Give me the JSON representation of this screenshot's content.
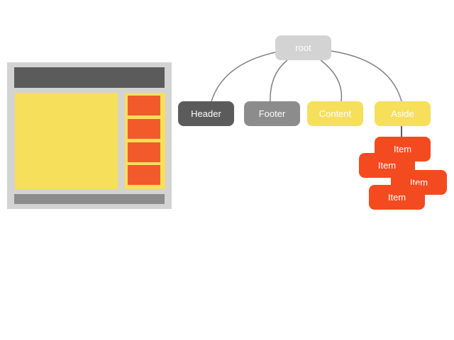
{
  "tree": {
    "root": "root",
    "children": [
      {
        "label": "Header"
      },
      {
        "label": "Footer"
      },
      {
        "label": "Content"
      },
      {
        "label": "Aside",
        "items": [
          "Item",
          "Item",
          "Item",
          "Item"
        ]
      }
    ]
  },
  "colors": {
    "root": "#d3d3d3",
    "header": "#5b5b5b",
    "footer": "#8c8c8c",
    "content": "#f6df5a",
    "aside": "#f6df5a",
    "item": "#f44a1f",
    "wireframe_frame": "#d3d3d3",
    "connector": "#7f7f7f"
  }
}
